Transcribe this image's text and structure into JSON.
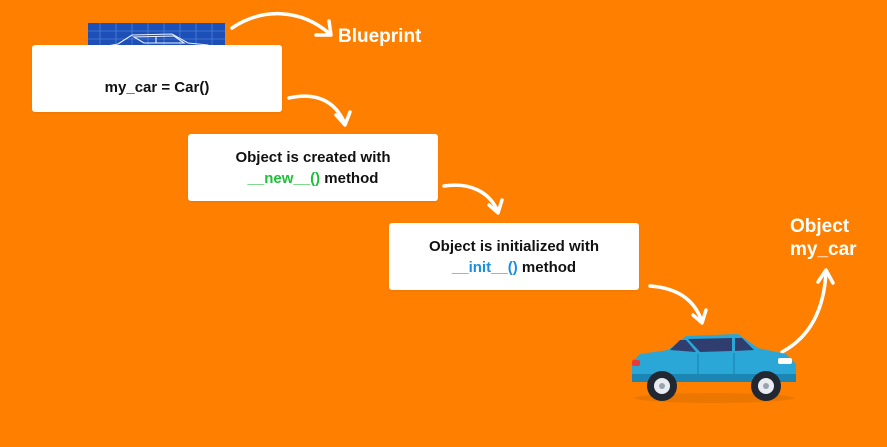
{
  "labels": {
    "blueprint": "Blueprint",
    "object_line1": "Object",
    "object_line2": "my_car"
  },
  "steps": [
    {
      "code": "my_car = Car()"
    },
    {
      "text": "Object is created with",
      "method": "__new__()",
      "suffix": " method"
    },
    {
      "text": "Object is initialized with",
      "method": "__init__()",
      "suffix": " method"
    }
  ],
  "colors": {
    "background": "#ff8000",
    "new_method": "#1fbf3a",
    "init_method": "#1a8fe0",
    "car_body": "#2aa7d6",
    "blueprint_bg": "#1d4fb8"
  },
  "icons": [
    "blueprint-car-icon",
    "car-icon",
    "curved-arrow-icon"
  ]
}
